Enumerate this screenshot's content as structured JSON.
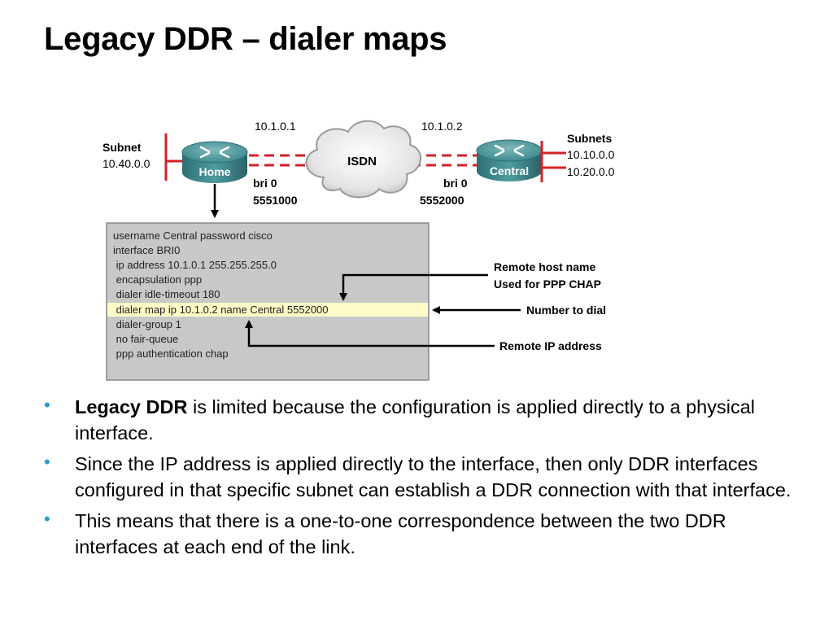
{
  "title": "Legacy DDR – dialer maps",
  "diagram": {
    "home": {
      "label": "Home",
      "subnet_label": "Subnet",
      "subnet": "10.40.0.0",
      "ip": "10.1.0.1",
      "interface": "bri 0",
      "number": "5551000"
    },
    "central": {
      "label": "Central",
      "subnets_label": "Subnets",
      "subnet1": "10.10.0.0",
      "subnet2": "10.20.0.0",
      "ip": "10.1.0.2",
      "interface": "bri 0",
      "number": "5552000"
    },
    "cloud": "ISDN",
    "config_lines": [
      "username Central password cisco",
      "interface BRI0",
      " ip address 10.1.0.1 255.255.255.0",
      " encapsulation ppp",
      " dialer idle-timeout 180",
      " dialer map ip 10.1.0.2 name Central 5552000",
      " dialer-group 1",
      " no fair-queue",
      " ppp authentication chap"
    ],
    "callouts": {
      "host_line1": "Remote host name",
      "host_line2": "Used for PPP CHAP",
      "number": "Number to dial",
      "ip": "Remote IP address"
    },
    "colors": {
      "router": "#3f8a8e",
      "link": "#d42027",
      "config_bg": "#c8c8c8",
      "highlight": "#fdfbc6"
    }
  },
  "bullets": [
    {
      "bold": "Legacy DDR",
      "text": " is limited because the configuration is applied directly to a physical interface."
    },
    {
      "bold": "",
      "text": "Since the IP address is applied directly to the interface, then only DDR interfaces configured in that specific subnet can establish a DDR connection with that interface."
    },
    {
      "bold": "",
      "text": "This means that there is a one-to-one correspondence between the two DDR interfaces at each end of the link."
    }
  ],
  "bullet_glyph": "•",
  "bullet_color": "#1e9fd6"
}
